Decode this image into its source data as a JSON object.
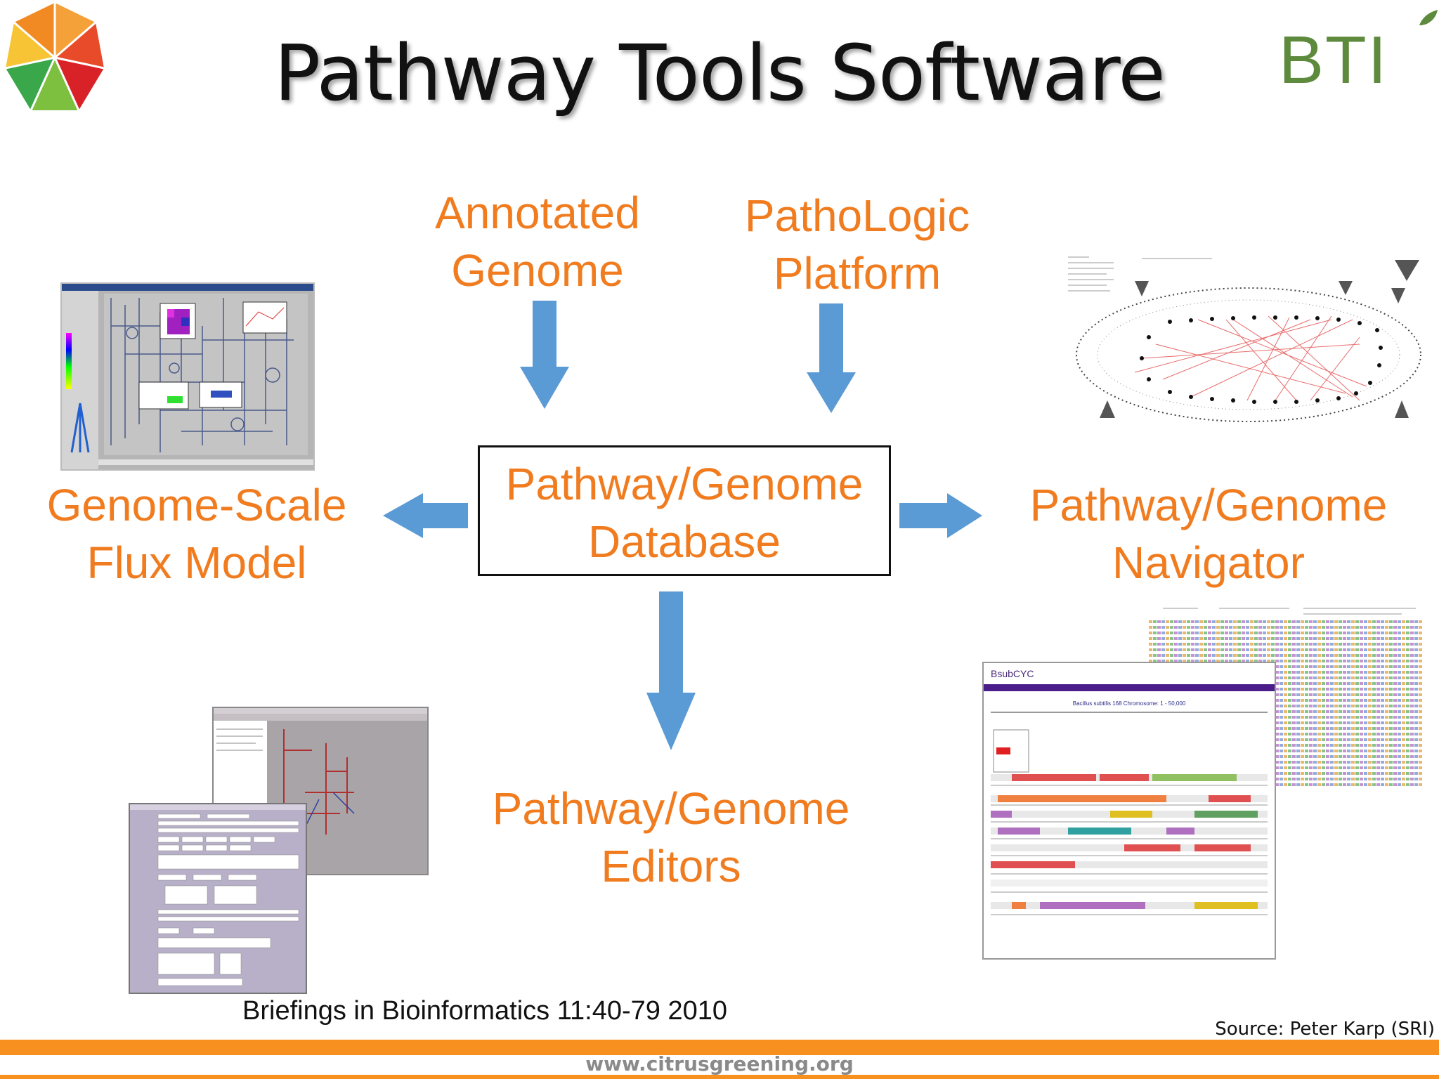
{
  "title": "Pathway Tools Software",
  "logo_right_text": "BTI",
  "nodes": {
    "annotated_genome": [
      "Annotated",
      "Genome"
    ],
    "pathologic": [
      "PathoLogic",
      "Platform"
    ],
    "database": [
      "Pathway/Genome",
      "Database"
    ],
    "flux_model": [
      "Genome-Scale",
      "Flux Model"
    ],
    "navigator": [
      "Pathway/Genome",
      "Navigator"
    ],
    "editors": [
      "Pathway/Genome",
      "Editors"
    ]
  },
  "screenshots": {
    "navigator_app": "BsubCYC",
    "navigator_chromosome": "Bacillus subtilis 168 Chromosome: 1 - 50,000"
  },
  "citation": "Briefings in Bioinformatics 11:40-79 2010",
  "source": "Source: Peter Karp (SRI)",
  "footer_url": "www.citrusgreening.org",
  "colors": {
    "orange_text": "#f07c1f",
    "arrow": "#5b9bd5",
    "footer_bar": "#f7901e"
  }
}
